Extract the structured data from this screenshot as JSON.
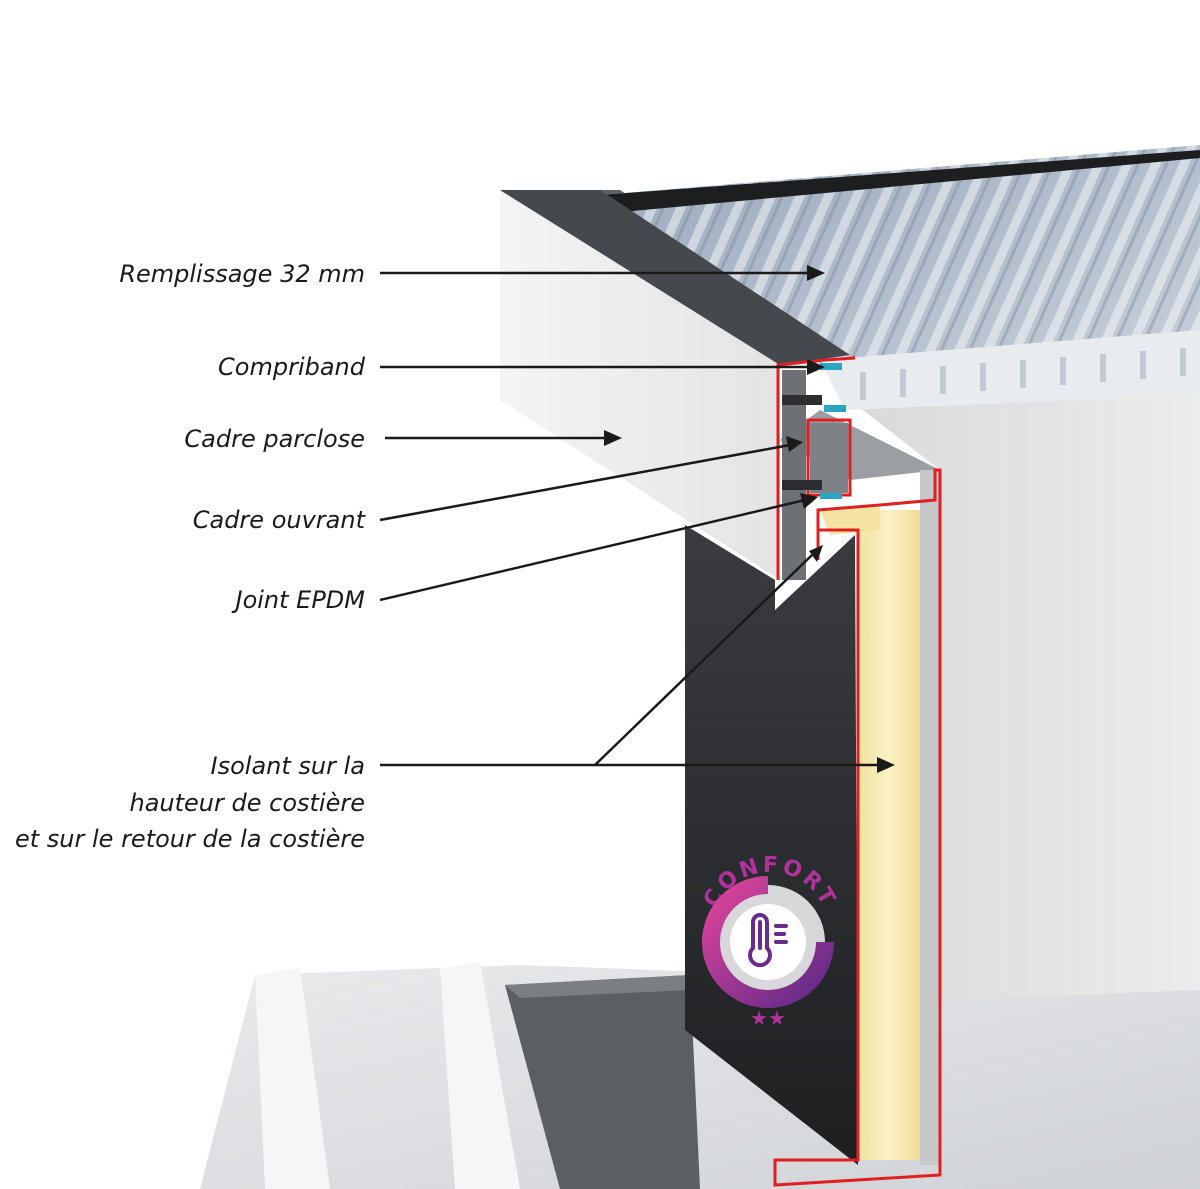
{
  "labels": {
    "remplissage": "Remplissage 32 mm",
    "compriband": "Compriband",
    "cadre_parclose": "Cadre parclose",
    "cadre_ouvrant": "Cadre ouvrant",
    "joint_epdm": "Joint EPDM",
    "isolant_line1": "Isolant sur la",
    "isolant_line2": "hauteur de costière",
    "isolant_line3": "et sur le retour de la costière"
  },
  "badge": {
    "word": "CONFORT",
    "stars": "★★",
    "icon": "thermometer-icon"
  },
  "colors": {
    "section_outline": "#e02020",
    "insulation": "#f5e6a8",
    "dark_panel": "#2b2d30",
    "gasket_blue": "#2aa6c4",
    "badge_magenta": "#b0329a",
    "badge_purple": "#6a2c8c"
  }
}
